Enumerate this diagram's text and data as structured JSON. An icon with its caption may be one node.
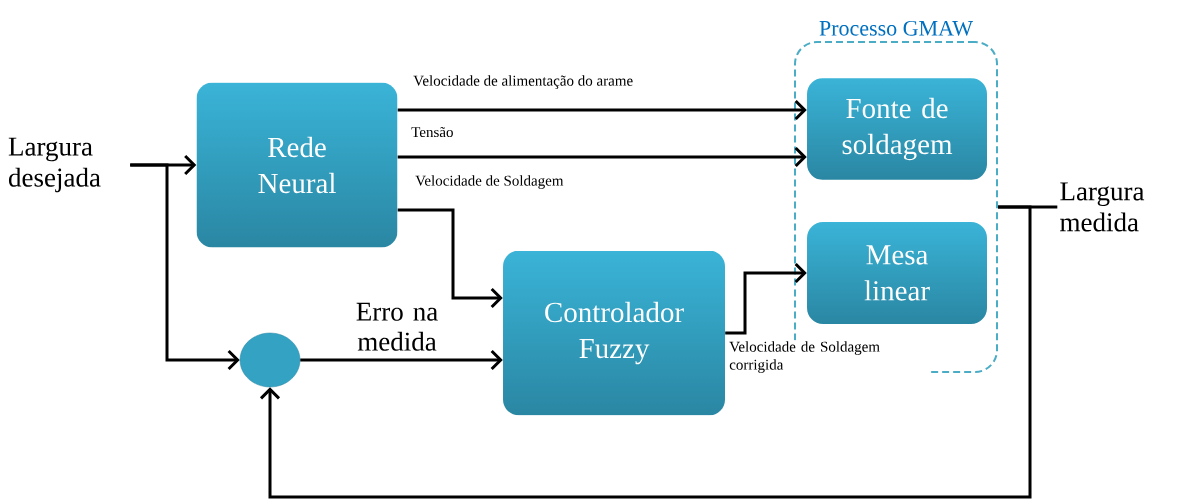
{
  "diagram": {
    "nodes": [
      {
        "text": [
          "Largura desejada"
        ]
      },
      {
        "text": [
          "Rede Neural"
        ]
      },
      {
        "text": [
          "Controlador Fuzzy"
        ]
      },
      {
        "text": [],
        "shape": "circle"
      },
      {
        "text": [
          "Processo GMAW"
        ]
      },
      {
        "text": [
          "Fonte de soldagem"
        ],
        "in": 4
      },
      {
        "text": [
          "Mesa linear"
        ],
        "in": 4
      },
      {
        "text": [
          "Largura medida"
        ]
      }
    ],
    "edges": [
      {
        "from": 0,
        "to": 1,
        "arrow": "to"
      },
      {
        "from": 0,
        "to": 3,
        "arrow": "to"
      },
      {
        "from": 1,
        "to": 5,
        "arrow": "to",
        "label": "Velocidade de alimentação do arame"
      },
      {
        "from": 1,
        "to": 5,
        "arrow": "to",
        "label": "Tensão"
      },
      {
        "from": 1,
        "to": 2,
        "arrow": "to",
        "label": "Velocidade de Soldagem"
      },
      {
        "from": 3,
        "to": 2,
        "arrow": "to",
        "label": "Erro na medida"
      },
      {
        "from": 2,
        "to": 6,
        "arrow": "to",
        "label": "Velocidade de Soldagem corrigida"
      },
      {
        "from": 4,
        "to": 7,
        "arrow": "none"
      },
      {
        "from": 4,
        "to": 3,
        "arrow": "to"
      }
    ]
  }
}
